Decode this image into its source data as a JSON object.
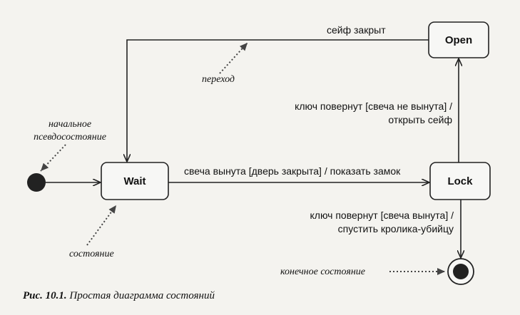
{
  "states": {
    "open": "Open",
    "wait": "Wait",
    "lock": "Lock"
  },
  "transitions": {
    "safe_closed": "сейф закрыт",
    "key_candle_in_line1": "ключ повернут [свеча не вынута] /",
    "key_candle_in_line2": "открыть сейф",
    "candle_out": "свеча вынута [дверь закрыта] / показать замок",
    "key_candle_out_line1": "ключ повернут [свеча вынута] /",
    "key_candle_out_line2": "спустить кролика-убийцу"
  },
  "notes": {
    "initial_line1": "начальное",
    "initial_line2": "псевдосостояние",
    "transition": "переход",
    "state": "состояние",
    "final": "конечное состояние"
  },
  "caption": {
    "number": "Рис. 10.1.",
    "text": " Простая диаграмма состояний"
  }
}
